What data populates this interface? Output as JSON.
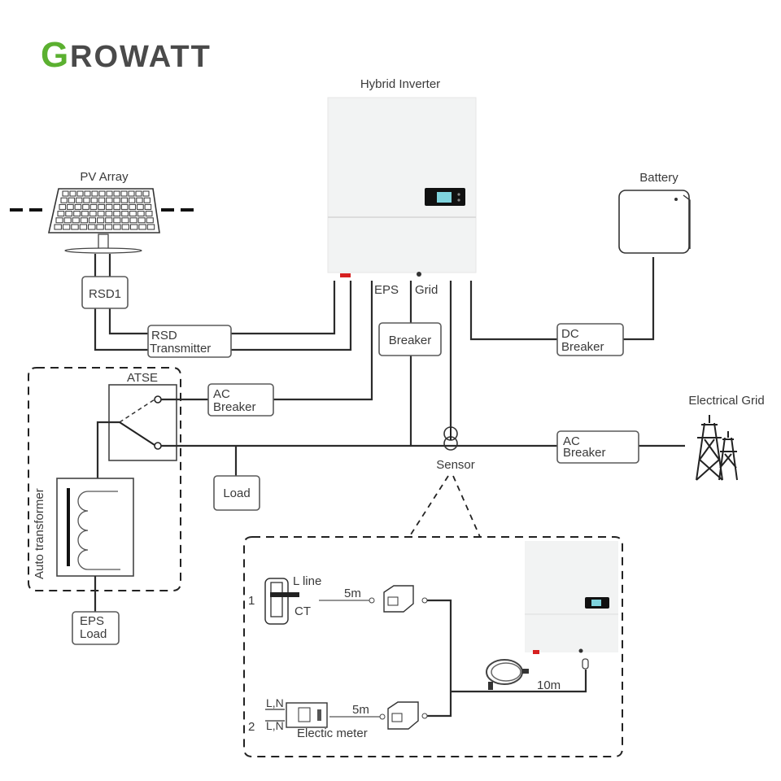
{
  "logo": {
    "first_letter": "G",
    "rest": "ROWATT",
    "green": "#5bb030",
    "gray": "#4a4a4a"
  },
  "labels": {
    "hybrid_inverter": "Hybrid Inverter",
    "pv_array": "PV Array",
    "battery": "Battery",
    "rsd1": "RSD1",
    "rsd_transmitter_l1": "RSD",
    "rsd_transmitter_l2": "Transmitter",
    "eps": "EPS",
    "grid": "Grid",
    "breaker": "Breaker",
    "dc_breaker_l1": "DC",
    "dc_breaker_l2": "Breaker",
    "atse": "ATSE",
    "ac_breaker_l1": "AC",
    "ac_breaker_l2": "Breaker",
    "grid_ac_breaker_l1": "AC",
    "grid_ac_breaker_l2": "Breaker",
    "electrical_grid": "Electrical Grid",
    "sensor": "Sensor",
    "load": "Load",
    "auto_transformer": "Auto transformer",
    "eps_load_l1": "EPS",
    "eps_load_l2": "Load"
  },
  "detail": {
    "option1_num": "1",
    "option2_num": "2",
    "l_line": "L line",
    "ct": "CT",
    "cable_5m_a": "5m",
    "cable_5m_b": "5m",
    "cable_10m": "10m",
    "ln_in": "L,N",
    "ln_out": "L,N",
    "meter": "Electic meter"
  },
  "colors": {
    "red_port": "#d62020",
    "screen": "#7fd3dd",
    "inverter_body": "#f2f3f3"
  }
}
